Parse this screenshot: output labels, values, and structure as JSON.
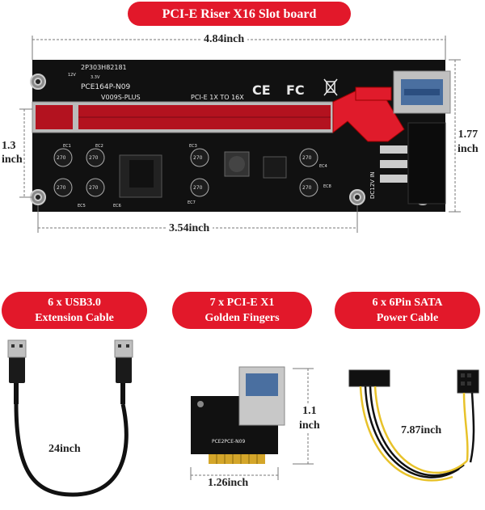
{
  "title": "PCI-E Riser X16 Slot board",
  "board": {
    "width": "4.84inch",
    "height": "1.77",
    "height_unit": "inch",
    "left_height": "1.3",
    "left_height_unit": "inch",
    "hole_span": "3.54inch",
    "serial": "2P303H82181",
    "model": "PCE164P-N09",
    "version": "V009S-PLUS",
    "slot_label": "PCI-E 1X TO 16X",
    "dc_label": "DC12V IN",
    "cap_labels": [
      "EC1",
      "EC2",
      "EC3",
      "EC4",
      "EC5",
      "EC6",
      "EC7",
      "EC8"
    ],
    "cert_marks": [
      "CE",
      "FC"
    ],
    "voltages": [
      "12V",
      "3.3V"
    ]
  },
  "accessories": [
    {
      "line1": "6 x USB3.0",
      "line2": "Extension Cable",
      "measure": "24inch"
    },
    {
      "line1": "7 x PCI-E X1",
      "line2": "Golden Fingers",
      "measure_h": "1.1",
      "measure_h_unit": "inch",
      "measure_w": "1.26inch",
      "card_model": "PCE2PCE-N09"
    },
    {
      "line1": "6 x 6Pin SATA",
      "line2": "Power Cable",
      "measure": "7.87inch"
    }
  ],
  "colors": {
    "accent": "#e2182a",
    "pcb": "#111111",
    "slot_red": "#c8102e"
  }
}
